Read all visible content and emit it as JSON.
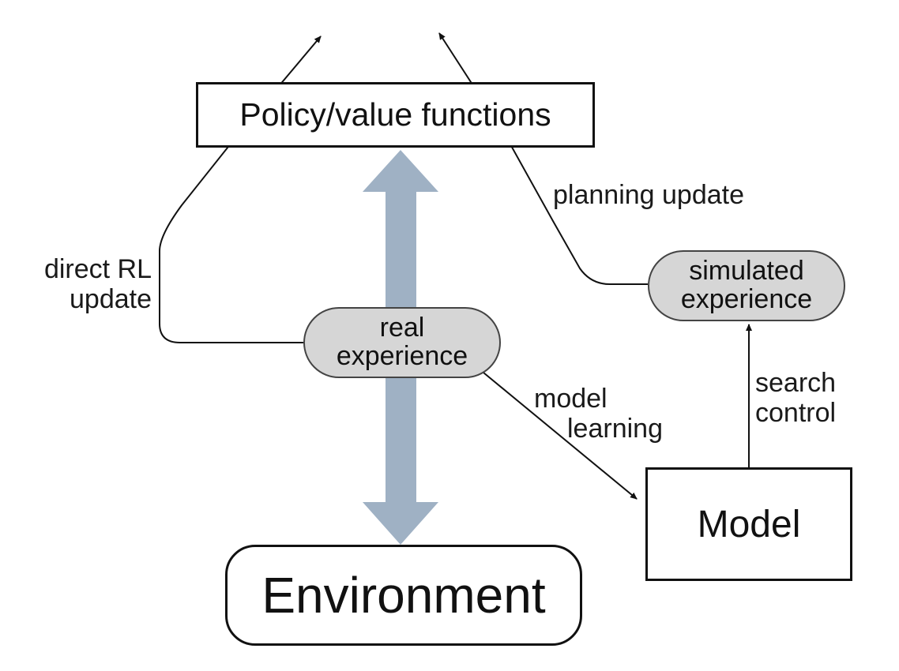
{
  "nodes": {
    "policy": "Policy/value functions",
    "environment": "Environment",
    "model": "Model",
    "real_experience": [
      "real",
      "experience"
    ],
    "simulated_experience": [
      "simulated",
      "experience"
    ]
  },
  "edges": {
    "direct_rl": [
      "direct RL",
      "update"
    ],
    "planning": "planning update",
    "model_learning": [
      "model",
      "learning"
    ],
    "search_control": [
      "search",
      "control"
    ]
  },
  "colors": {
    "big_arrow": "#9fb1c4",
    "pill_fill": "#d6d6d6",
    "line": "#111111"
  }
}
